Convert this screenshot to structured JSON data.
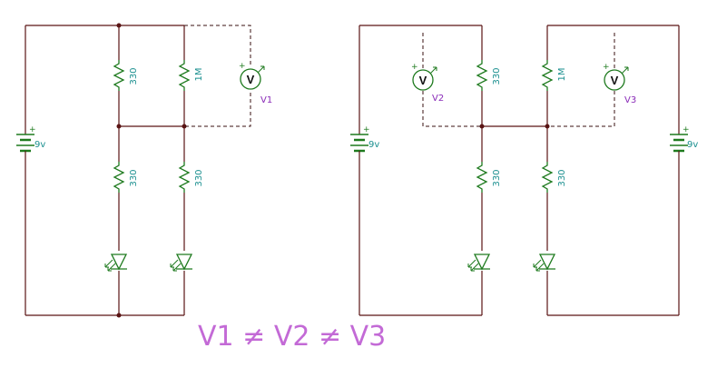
{
  "circuit1": {
    "battery": {
      "label": "9v",
      "plus": "+"
    },
    "r_top_left": "330",
    "r_top_right": "1M",
    "r_bot_left": "330",
    "r_bot_right": "330",
    "meter": {
      "symbol": "V",
      "label": "V1",
      "plus": "+"
    }
  },
  "circuit2": {
    "battery_left": {
      "label": "9v",
      "plus": "+"
    },
    "battery_right": {
      "label": "9v",
      "plus": "+"
    },
    "r_top_left": "330",
    "r_top_right": "1M",
    "r_bot_left": "330",
    "r_bot_right": "330",
    "meter_left": {
      "symbol": "V",
      "label": "V2",
      "plus": "+"
    },
    "meter_right": {
      "symbol": "V",
      "label": "V3",
      "plus": "+"
    }
  },
  "equation": "V1 ≠ V2 ≠ V3",
  "colors": {
    "wire": "#5a1414",
    "component": "#1e7a1e",
    "value_text": "#1a8f8f",
    "meter_label": "#8a2bb8",
    "equation": "#c36ad6"
  }
}
